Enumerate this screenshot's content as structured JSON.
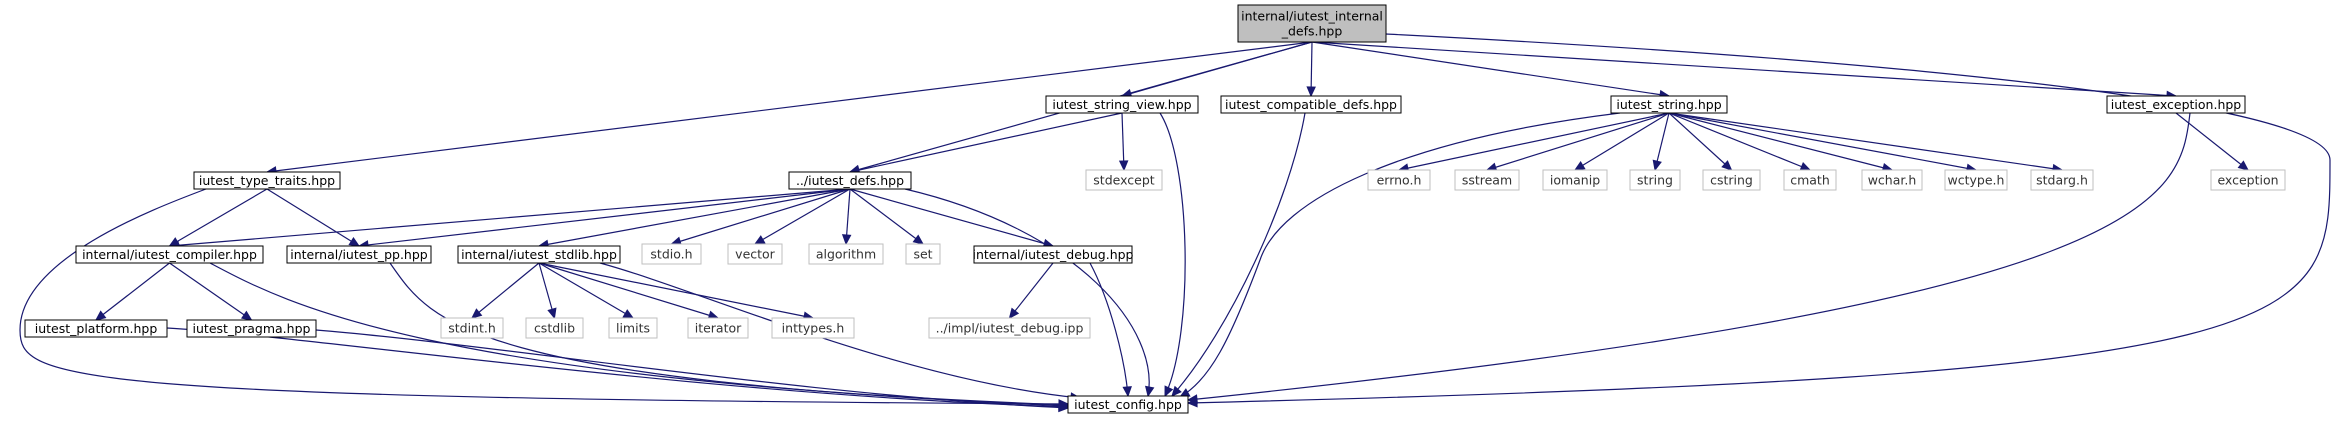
{
  "graph": {
    "nodes": [
      {
        "id": "root",
        "lines": [
          "internal/iutest_internal",
          "_defs.hpp"
        ],
        "style": "root"
      },
      {
        "id": "type_traits",
        "lines": [
          "iutest_type_traits.hpp"
        ],
        "style": "doc"
      },
      {
        "id": "defs",
        "lines": [
          "../iutest_defs.hpp"
        ],
        "style": "doc"
      },
      {
        "id": "string_view",
        "lines": [
          "iutest_string_view.hpp"
        ],
        "style": "doc"
      },
      {
        "id": "compatible_defs",
        "lines": [
          "iutest_compatible_defs.hpp"
        ],
        "style": "doc"
      },
      {
        "id": "string",
        "lines": [
          "iutest_string.hpp"
        ],
        "style": "doc"
      },
      {
        "id": "exception_hpp",
        "lines": [
          "iutest_exception.hpp"
        ],
        "style": "doc"
      },
      {
        "id": "compiler",
        "lines": [
          "internal/iutest_compiler.hpp"
        ],
        "style": "doc"
      },
      {
        "id": "pp",
        "lines": [
          "internal/iutest_pp.hpp"
        ],
        "style": "doc"
      },
      {
        "id": "stdlib",
        "lines": [
          "internal/iutest_stdlib.hpp"
        ],
        "style": "doc"
      },
      {
        "id": "debug",
        "lines": [
          "internal/iutest_debug.hpp"
        ],
        "style": "doc"
      },
      {
        "id": "platform",
        "lines": [
          "iutest_platform.hpp"
        ],
        "style": "doc"
      },
      {
        "id": "pragma",
        "lines": [
          "iutest_pragma.hpp"
        ],
        "style": "doc"
      },
      {
        "id": "config",
        "lines": [
          "iutest_config.hpp"
        ],
        "style": "doc"
      },
      {
        "id": "stdexcept",
        "lines": [
          "stdexcept"
        ],
        "style": "ext"
      },
      {
        "id": "errno",
        "lines": [
          "errno.h"
        ],
        "style": "ext"
      },
      {
        "id": "sstream",
        "lines": [
          "sstream"
        ],
        "style": "ext"
      },
      {
        "id": "iomanip",
        "lines": [
          "iomanip"
        ],
        "style": "ext"
      },
      {
        "id": "string_std",
        "lines": [
          "string"
        ],
        "style": "ext"
      },
      {
        "id": "cstring",
        "lines": [
          "cstring"
        ],
        "style": "ext"
      },
      {
        "id": "cmath",
        "lines": [
          "cmath"
        ],
        "style": "ext"
      },
      {
        "id": "wchar",
        "lines": [
          "wchar.h"
        ],
        "style": "ext"
      },
      {
        "id": "wctype",
        "lines": [
          "wctype.h"
        ],
        "style": "ext"
      },
      {
        "id": "stdarg",
        "lines": [
          "stdarg.h"
        ],
        "style": "ext"
      },
      {
        "id": "exception_std",
        "lines": [
          "exception"
        ],
        "style": "ext"
      },
      {
        "id": "stdio",
        "lines": [
          "stdio.h"
        ],
        "style": "ext"
      },
      {
        "id": "vector",
        "lines": [
          "vector"
        ],
        "style": "ext"
      },
      {
        "id": "algorithm",
        "lines": [
          "algorithm"
        ],
        "style": "ext"
      },
      {
        "id": "set",
        "lines": [
          "set"
        ],
        "style": "ext"
      },
      {
        "id": "stdint",
        "lines": [
          "stdint.h"
        ],
        "style": "ext"
      },
      {
        "id": "cstdlib",
        "lines": [
          "cstdlib"
        ],
        "style": "ext"
      },
      {
        "id": "limits",
        "lines": [
          "limits"
        ],
        "style": "ext"
      },
      {
        "id": "iterator",
        "lines": [
          "iterator"
        ],
        "style": "ext"
      },
      {
        "id": "inttypes",
        "lines": [
          "inttypes.h"
        ],
        "style": "ext"
      },
      {
        "id": "debug_ipp",
        "lines": [
          "../impl/iutest_debug.ipp"
        ],
        "style": "ext"
      }
    ],
    "edges": [
      {
        "from": "root",
        "to": "type_traits"
      },
      {
        "from": "root",
        "to": "defs"
      },
      {
        "from": "root",
        "to": "string_view"
      },
      {
        "from": "root",
        "to": "compatible_defs"
      },
      {
        "from": "root",
        "to": "string"
      },
      {
        "from": "root",
        "to": "exception_hpp"
      },
      {
        "from": "root",
        "to": "config"
      },
      {
        "from": "type_traits",
        "to": "compiler"
      },
      {
        "from": "type_traits",
        "to": "pp"
      },
      {
        "from": "type_traits",
        "to": "config"
      },
      {
        "from": "string_view",
        "to": "defs"
      },
      {
        "from": "string_view",
        "to": "stdexcept"
      },
      {
        "from": "string_view",
        "to": "config"
      },
      {
        "from": "compatible_defs",
        "to": "config"
      },
      {
        "from": "string",
        "to": "errno"
      },
      {
        "from": "string",
        "to": "sstream"
      },
      {
        "from": "string",
        "to": "iomanip"
      },
      {
        "from": "string",
        "to": "string_std"
      },
      {
        "from": "string",
        "to": "cstring"
      },
      {
        "from": "string",
        "to": "cmath"
      },
      {
        "from": "string",
        "to": "wchar"
      },
      {
        "from": "string",
        "to": "wctype"
      },
      {
        "from": "string",
        "to": "stdarg"
      },
      {
        "from": "string",
        "to": "config"
      },
      {
        "from": "exception_hpp",
        "to": "exception_std"
      },
      {
        "from": "exception_hpp",
        "to": "config"
      },
      {
        "from": "defs",
        "to": "compiler"
      },
      {
        "from": "defs",
        "to": "pp"
      },
      {
        "from": "defs",
        "to": "stdlib"
      },
      {
        "from": "defs",
        "to": "stdio"
      },
      {
        "from": "defs",
        "to": "vector"
      },
      {
        "from": "defs",
        "to": "algorithm"
      },
      {
        "from": "defs",
        "to": "set"
      },
      {
        "from": "defs",
        "to": "debug"
      },
      {
        "from": "defs",
        "to": "config"
      },
      {
        "from": "compiler",
        "to": "platform"
      },
      {
        "from": "compiler",
        "to": "pragma"
      },
      {
        "from": "compiler",
        "to": "config"
      },
      {
        "from": "pp",
        "to": "config"
      },
      {
        "from": "stdlib",
        "to": "stdint"
      },
      {
        "from": "stdlib",
        "to": "cstdlib"
      },
      {
        "from": "stdlib",
        "to": "limits"
      },
      {
        "from": "stdlib",
        "to": "iterator"
      },
      {
        "from": "stdlib",
        "to": "inttypes"
      },
      {
        "from": "stdlib",
        "to": "config"
      },
      {
        "from": "debug",
        "to": "debug_ipp"
      },
      {
        "from": "debug",
        "to": "config"
      },
      {
        "from": "platform",
        "to": "config"
      },
      {
        "from": "pragma",
        "to": "config"
      }
    ]
  }
}
